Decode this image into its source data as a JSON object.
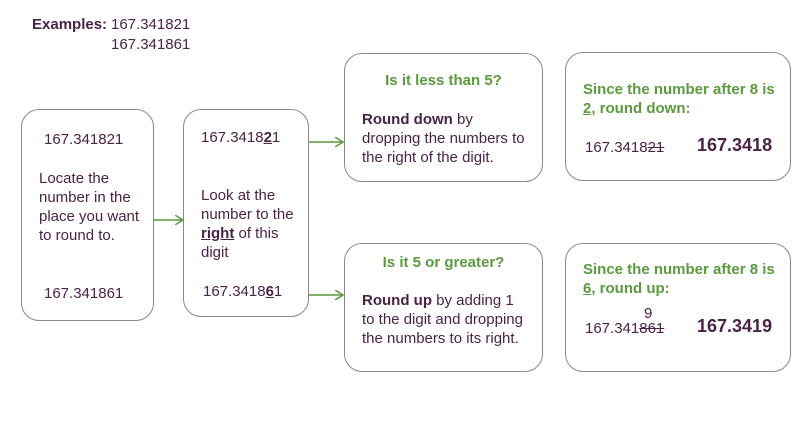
{
  "examples": {
    "label": "Examples:",
    "first": "167.341821",
    "second": "167.341861"
  },
  "locate_box": {
    "number_top": "167.341821",
    "text": "Locate the number in the place you want to round to.",
    "number_bottom": "167.341861"
  },
  "look_box": {
    "top_prefix": "167.3418",
    "top_digit": "2",
    "top_suffix": "1",
    "text_before": "Look at the number to the",
    "text_right": "right",
    "text_after": "of this digit",
    "bottom_prefix": "167.3418",
    "bottom_digit": "6",
    "bottom_suffix": "1"
  },
  "less_box": {
    "title": "Is it less than 5?",
    "action": "Round down",
    "text": "by dropping the numbers to the right of the digit."
  },
  "greater_box": {
    "title": "Is it 5 or greater?",
    "action": "Round up",
    "text": "by adding 1 to the digit and dropping the numbers to its right."
  },
  "down_result": {
    "title_before": "Since the number after 8 is",
    "title_digit": "2",
    "title_after": ", round down:",
    "number_prefix": "167.3418",
    "number_struck": "21",
    "result": "167.3418"
  },
  "up_result": {
    "title_before": "Since the number after 8 is",
    "title_digit": "6",
    "title_after": ", round up:",
    "carry_digit": "9",
    "number_prefix": "167.341",
    "number_struck": "861",
    "result": "167.3419"
  },
  "colors": {
    "text": "#4a2346",
    "accent_green": "#5b9a3e",
    "border": "#8a8a8a"
  },
  "icons": {
    "pointer": "up-arrow-icon",
    "connector": "right-arrow-icon"
  }
}
